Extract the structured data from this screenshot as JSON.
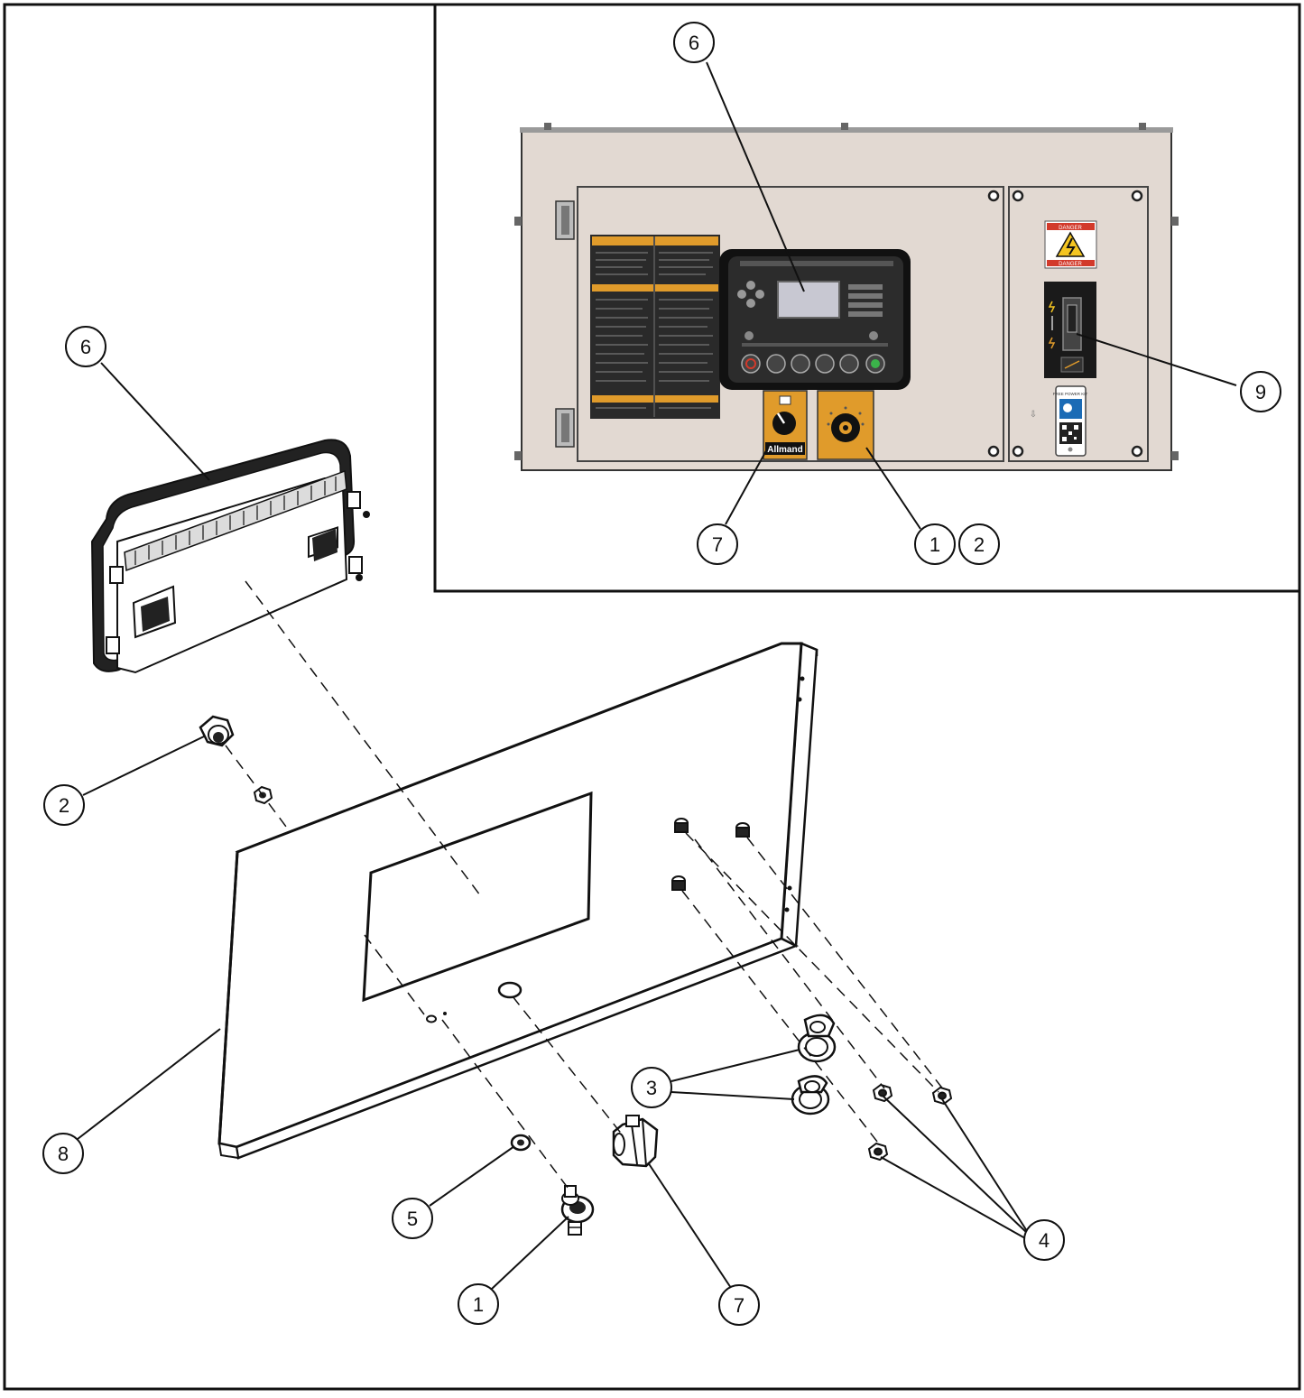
{
  "diagram": {
    "callouts": [
      {
        "id": "c6-inset",
        "label": "6"
      },
      {
        "id": "c9",
        "label": "9"
      },
      {
        "id": "c7-inset",
        "label": "7"
      },
      {
        "id": "c1-inset",
        "label": "1"
      },
      {
        "id": "c2-inset",
        "label": "2"
      },
      {
        "id": "c6-main",
        "label": "6"
      },
      {
        "id": "c2-main",
        "label": "2"
      },
      {
        "id": "c8",
        "label": "8"
      },
      {
        "id": "c3",
        "label": "3"
      },
      {
        "id": "c4",
        "label": "4"
      },
      {
        "id": "c5",
        "label": "5"
      },
      {
        "id": "c1-main",
        "label": "1"
      },
      {
        "id": "c7-main",
        "label": "7"
      }
    ],
    "panel_brand": "Allmand",
    "hazard_top": "DANGER",
    "hazard_bottom": "DANGER",
    "qr_caption": "FREE POWER KIT",
    "colors": {
      "panel_fill": "#e2d9d2",
      "controller_fill": "#2c2c2c",
      "screen_fill": "#c8c8d2",
      "accent_orange": "#e09b2b",
      "decal_black": "#2a2a2a",
      "warning_red": "#d23a2b",
      "warning_yellow": "#f4c521",
      "qr_blue": "#1b6bb5"
    }
  }
}
